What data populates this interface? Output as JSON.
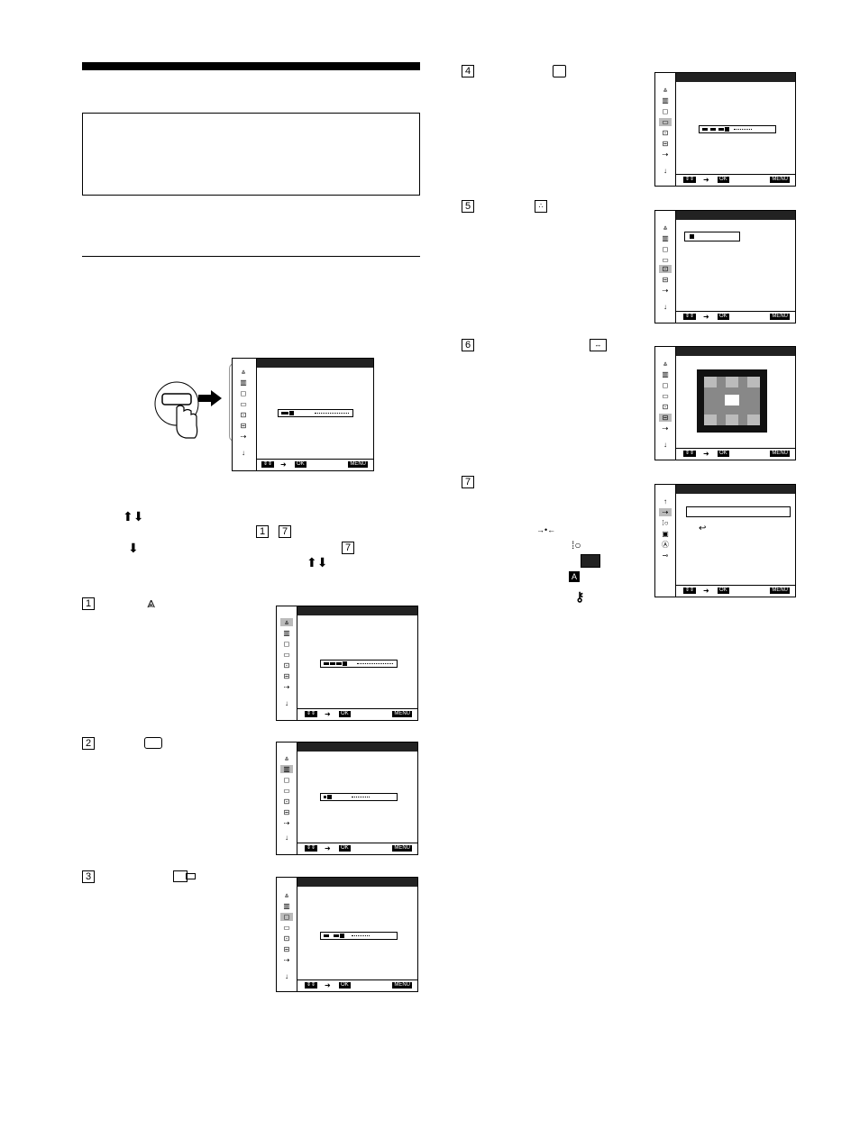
{
  "steps": [
    {
      "num": "1",
      "slider": 0.28
    },
    {
      "num": "2",
      "slider": 0.06
    },
    {
      "num": "3",
      "slider": 0.24
    },
    {
      "num": "4",
      "slider": 0.34
    },
    {
      "num": "5"
    },
    {
      "num": "6"
    },
    {
      "num": "7"
    }
  ],
  "nav_range": {
    "start": "1",
    "end": "7"
  },
  "nav_target": "7",
  "footer": {
    "ok": "OK",
    "menu": "MENU"
  },
  "main_slider": 0.12
}
